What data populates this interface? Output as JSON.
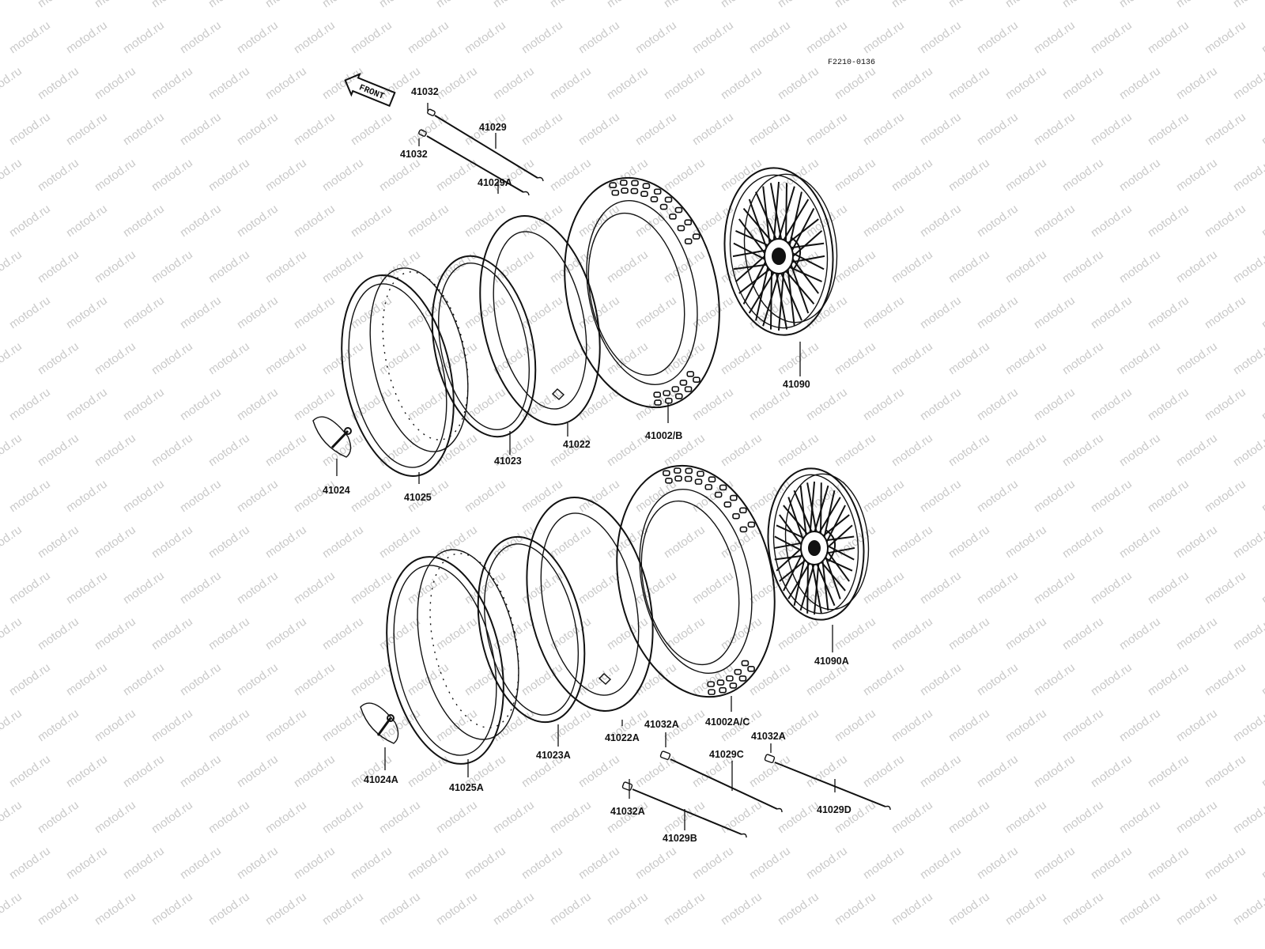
{
  "diagram": {
    "code": "F2210-0136",
    "front_label": "FRONT",
    "watermark": "motod.ru",
    "front_assembly": {
      "spoke_long": "41029",
      "spoke_short": "41029A",
      "nipple_1": "41032",
      "nipple_2": "41032",
      "rim": "41025",
      "rim_band": "41023",
      "tube": "41022",
      "tire": "41002/B",
      "wheel": "41090",
      "valve_cap": "41024"
    },
    "rear_assembly": {
      "rim": "41025A",
      "rim_band": "41023A",
      "tube": "41022A",
      "tire": "41002A/C",
      "wheel": "41090A",
      "valve_cap": "41024A",
      "nipple_1": "41032A",
      "nipple_2": "41032A",
      "nipple_3": "41032A",
      "spoke_b": "41029B",
      "spoke_c": "41029C",
      "spoke_d": "41029D"
    }
  }
}
